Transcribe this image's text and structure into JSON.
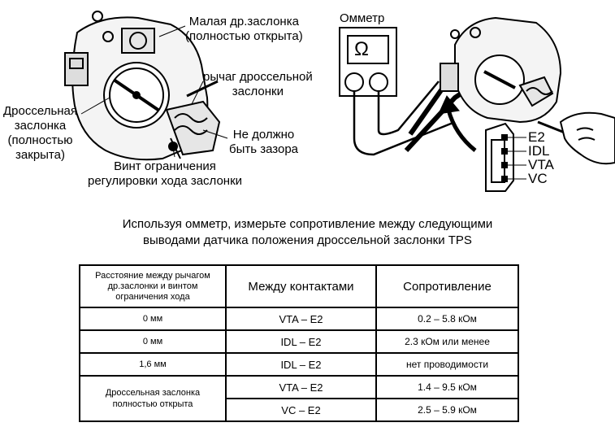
{
  "labels": {
    "small_valve": [
      "Малая др.заслонка",
      "(полностью открыта)"
    ],
    "lever": [
      "рычаг дроссельной",
      "заслонки"
    ],
    "throttle_valve": [
      "Дроссельная",
      "заслонка",
      "(полностью",
      "закрыта)"
    ],
    "no_gap": [
      "Не должно",
      "быть зазора"
    ],
    "stop_screw": [
      "Винт ограничения",
      "регулировки хода заслонки"
    ],
    "ohmmeter": "Омметр",
    "ohm_symbol": "Ω",
    "pins": [
      "E2",
      "IDL",
      "VTA",
      "VC"
    ]
  },
  "instruction": [
    "Используя омметр, измерьте сопротивление между следующими",
    "выводами датчика положения дроссельной заслонки TPS"
  ],
  "table": {
    "headers": [
      "Расстояние между рычагом др.заслонки и винтом ограничения хода",
      "Между контактами",
      "Сопротивление"
    ],
    "rows": [
      {
        "clearance": "0 мм",
        "terminals": "VTA – E2",
        "resistance": "0.2 – 5.8 кОм"
      },
      {
        "clearance": "0 мм",
        "terminals": "IDL – E2",
        "resistance": "2.3 кОм или менее"
      },
      {
        "clearance": "1,6 мм",
        "terminals": "IDL – E2",
        "resistance": "нет проводимости"
      },
      {
        "clearance": "Дроссельная заслонка полностью открыта",
        "terminals": "VTA – E2",
        "resistance": "1.4 – 9.5 кОм"
      },
      {
        "clearance": "",
        "terminals": "VC – E2",
        "resistance": "2.5 – 5.9 кОм"
      }
    ]
  }
}
